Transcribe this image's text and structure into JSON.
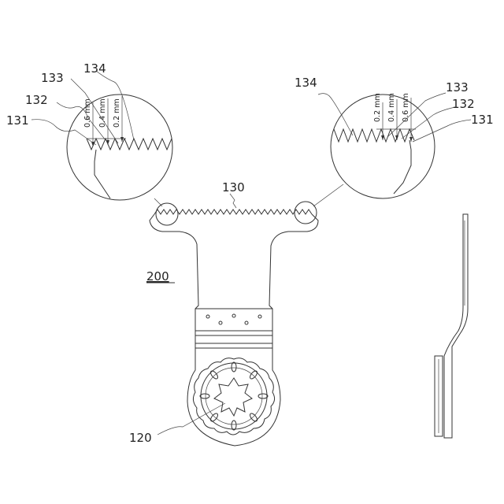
{
  "labels": {
    "l131_left": "131",
    "l132_left": "132",
    "l133_left": "133",
    "l134_left": "134",
    "l134_right": "134",
    "l133_right": "133",
    "l132_right": "132",
    "l131_right": "131",
    "l130": "130",
    "l200": "200",
    "l120": "120"
  },
  "dimensions": {
    "left": [
      "0.6 mm",
      "0.4 mm",
      "0.2 mm"
    ],
    "right": [
      "0.2 mm",
      "0.4 mm",
      "0.6 mm"
    ]
  },
  "colors": {
    "line": "#333333",
    "background": "#ffffff"
  }
}
